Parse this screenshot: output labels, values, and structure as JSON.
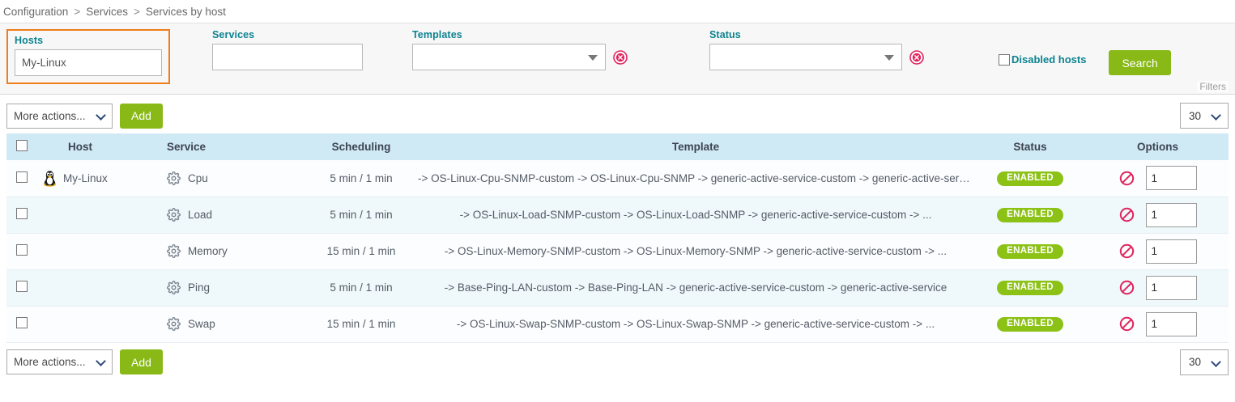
{
  "breadcrumb": {
    "items": [
      "Configuration",
      "Services",
      "Services by host"
    ],
    "separator": ">"
  },
  "filters": {
    "hosts": {
      "label": "Hosts",
      "value": "My-Linux",
      "highlighted": true
    },
    "services": {
      "label": "Services",
      "value": ""
    },
    "templates": {
      "label": "Templates",
      "value": ""
    },
    "status": {
      "label": "Status",
      "value": ""
    },
    "disabled_hosts": {
      "label": "Disabled hosts",
      "checked": false
    },
    "search_button": "Search",
    "panel_tag": "Filters",
    "highlight_color": "#ef7d1a",
    "label_color": "#0c8390",
    "button_color": "#88b917",
    "clear_icon_color": "#e0245e"
  },
  "toolbar_top": {
    "more_actions": "More actions...",
    "add_label": "Add",
    "page_size": "30"
  },
  "toolbar_bottom": {
    "more_actions": "More actions...",
    "add_label": "Add",
    "page_size": "30"
  },
  "table": {
    "columns": [
      "Host",
      "Service",
      "Scheduling",
      "Template",
      "Status",
      "Options"
    ],
    "header_bg": "#cfe9f5",
    "rows": [
      {
        "host": "My-Linux",
        "host_icon": "linux-tux-icon",
        "service": "Cpu",
        "scheduling": "5 min / 1 min",
        "template": "-> OS-Linux-Cpu-SNMP-custom -> OS-Linux-Cpu-SNMP -> generic-active-service-custom -> generic-active-service",
        "status": "ENABLED",
        "option_value": "1"
      },
      {
        "host": "",
        "host_icon": "",
        "service": "Load",
        "scheduling": "5 min / 1 min",
        "template": "-> OS-Linux-Load-SNMP-custom -> OS-Linux-Load-SNMP -> generic-active-service-custom -> ...",
        "status": "ENABLED",
        "option_value": "1"
      },
      {
        "host": "",
        "host_icon": "",
        "service": "Memory",
        "scheduling": "15 min / 1 min",
        "template": "-> OS-Linux-Memory-SNMP-custom -> OS-Linux-Memory-SNMP -> generic-active-service-custom -> ...",
        "status": "ENABLED",
        "option_value": "1"
      },
      {
        "host": "",
        "host_icon": "",
        "service": "Ping",
        "scheduling": "5 min / 1 min",
        "template": "-> Base-Ping-LAN-custom -> Base-Ping-LAN -> generic-active-service-custom -> generic-active-service",
        "status": "ENABLED",
        "option_value": "1"
      },
      {
        "host": "",
        "host_icon": "",
        "service": "Swap",
        "scheduling": "15 min / 1 min",
        "template": "-> OS-Linux-Swap-SNMP-custom -> OS-Linux-Swap-SNMP -> generic-active-service-custom -> ...",
        "status": "ENABLED",
        "option_value": "1"
      }
    ],
    "status_badge_color": "#8cc215",
    "disable_icon_color": "#e0245e"
  }
}
